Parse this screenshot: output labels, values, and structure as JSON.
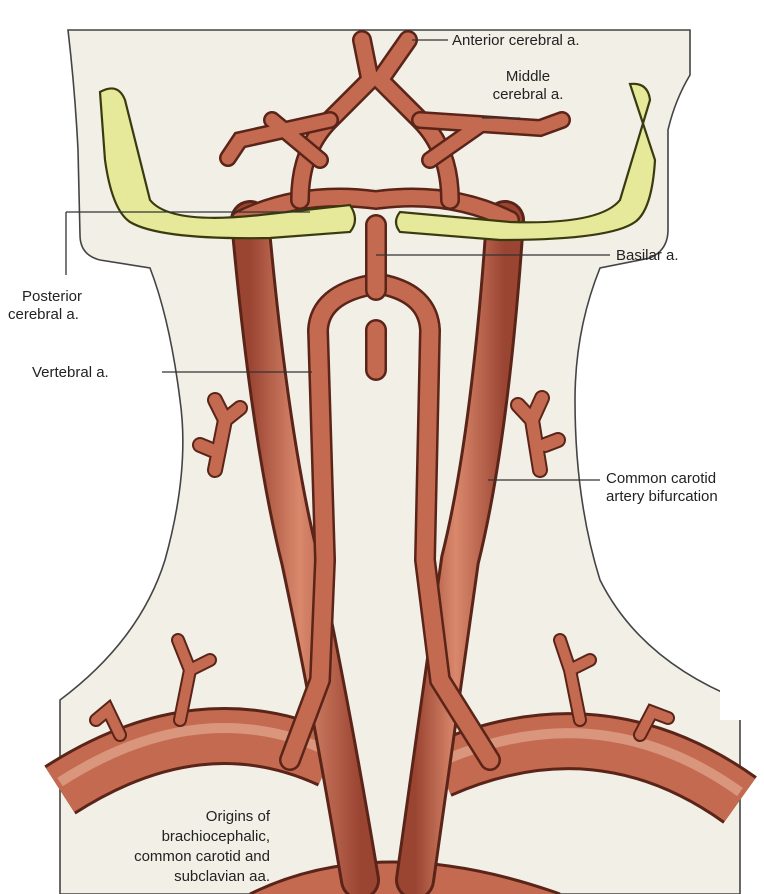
{
  "figure": {
    "labels": {
      "anterior_cerebral": "Anterior cerebral a.",
      "middle_cerebral_line1": "Middle",
      "middle_cerebral_line2": "cerebral a.",
      "basilar": "Basilar a.",
      "posterior_cerebral_line1": "Posterior",
      "posterior_cerebral_line2": "cerebral a.",
      "vertebral": "Vertebral a.",
      "carotid_bifurcation_line1": "Common carotid",
      "carotid_bifurcation_line2": "artery bifurcation",
      "origins_line1": "Origins of",
      "origins_line2": "brachiocephalic,",
      "origins_line3": "common carotid and",
      "origins_line4": "subclavian aa."
    },
    "colors": {
      "artery": "#b85a42",
      "artery_highlight": "#e8b49a",
      "artery_outline": "#5a2418",
      "bone": "#e6e89a",
      "bone_outline": "#3a3a10",
      "background_tint": "#f1efe6",
      "outline": "#333333"
    }
  }
}
